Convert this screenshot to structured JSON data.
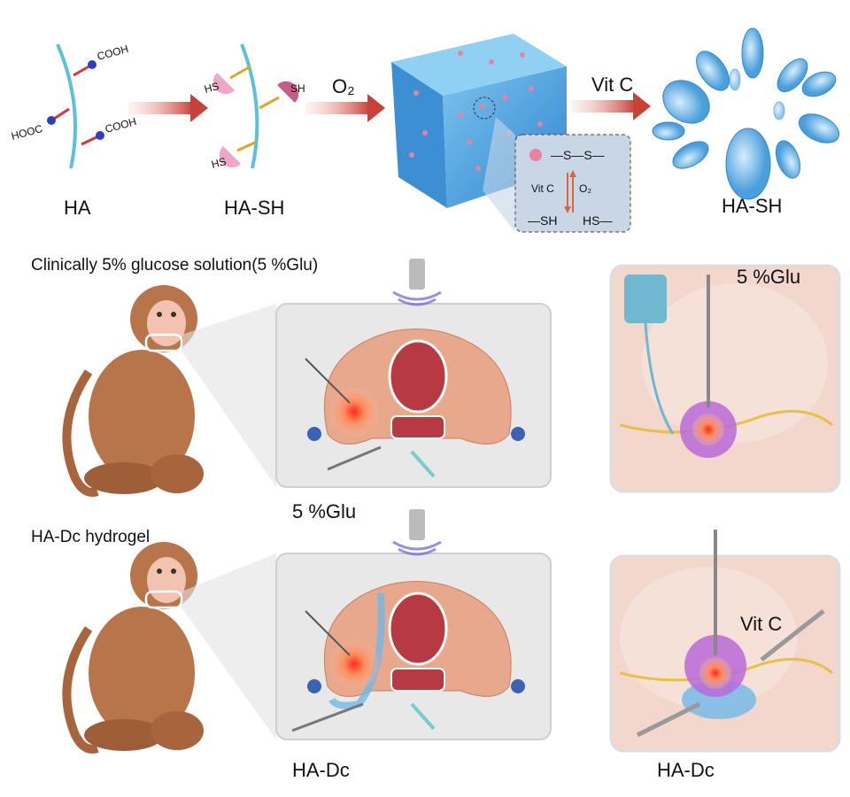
{
  "top": {
    "ha_label": "HA",
    "ha_groups": [
      "COOH",
      "HOOC",
      "COOH"
    ],
    "hash_label": "HA-SH",
    "hash_groups": [
      "HS",
      "SH",
      "HS"
    ],
    "arrow1_label": "O₂",
    "arrow2_label": "Vit C",
    "inset": {
      "top": "—S—S—",
      "left_reagent": "Vit C",
      "right_reagent": "O₂",
      "bottom_left": "—SH",
      "bottom_right": "HS—"
    },
    "result_label": "HA-SH"
  },
  "row1": {
    "title": "Clinically 5% glucose solution(5 %Glu)",
    "panel_label": "5 %Glu",
    "right_label": "5 %Glu"
  },
  "row2": {
    "title": "HA-Dc hydrogel",
    "panel_label": "HA-Dc",
    "right_label": "HA-Dc",
    "right_reagent": "Vit C"
  },
  "colors": {
    "chain": "#5bc0dd",
    "arrow": "#d9544a",
    "gel": "#4a9fdc",
    "monkey": "#b8754a",
    "tumor": "#e8413a"
  }
}
